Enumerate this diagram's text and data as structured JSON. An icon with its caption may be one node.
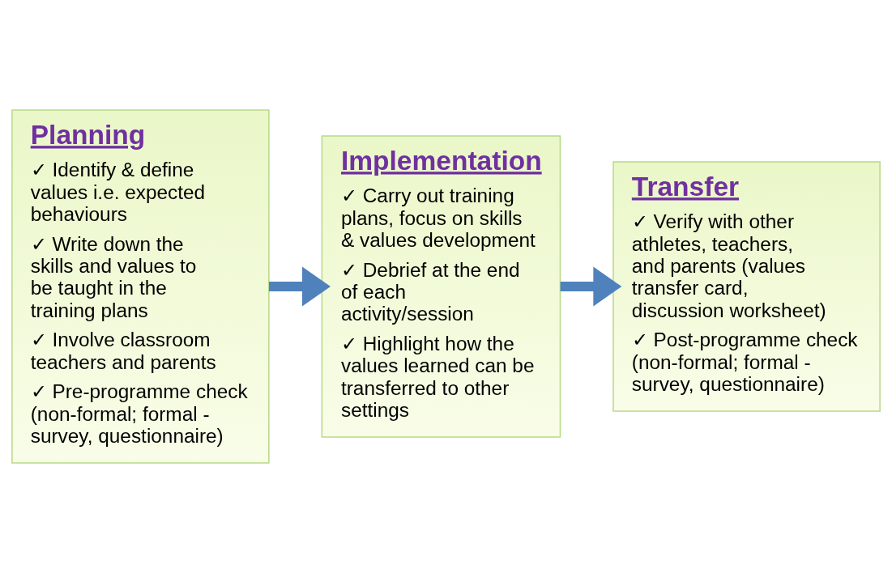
{
  "diagram": {
    "nodes": [
      {
        "text": [
          "Planning",
          "✓ Identify & define values i.e. expected behaviours",
          "✓ Write down the skills and values to be taught in the training plans",
          "✓ Involve classroom teachers and parents",
          "✓ Pre-programme check (non-formal; formal - survey, questionnaire)"
        ]
      },
      {
        "text": [
          "Implementation",
          "✓ Carry out training plans, focus on skills & values development",
          "✓ Debrief at the end of each activity/session",
          "✓ Highlight how the values learned can be transferred to other settings"
        ]
      },
      {
        "text": [
          "Transfer",
          "✓ Verify with other athletes, teachers, and parents (values transfer card, discussion worksheet)",
          "✓ Post-programme check (non-formal; formal - survey, questionnaire)"
        ]
      }
    ],
    "edges": [
      {
        "from": 0,
        "to": 1,
        "arrow": "to"
      },
      {
        "from": 1,
        "to": 2,
        "arrow": "to"
      }
    ]
  }
}
